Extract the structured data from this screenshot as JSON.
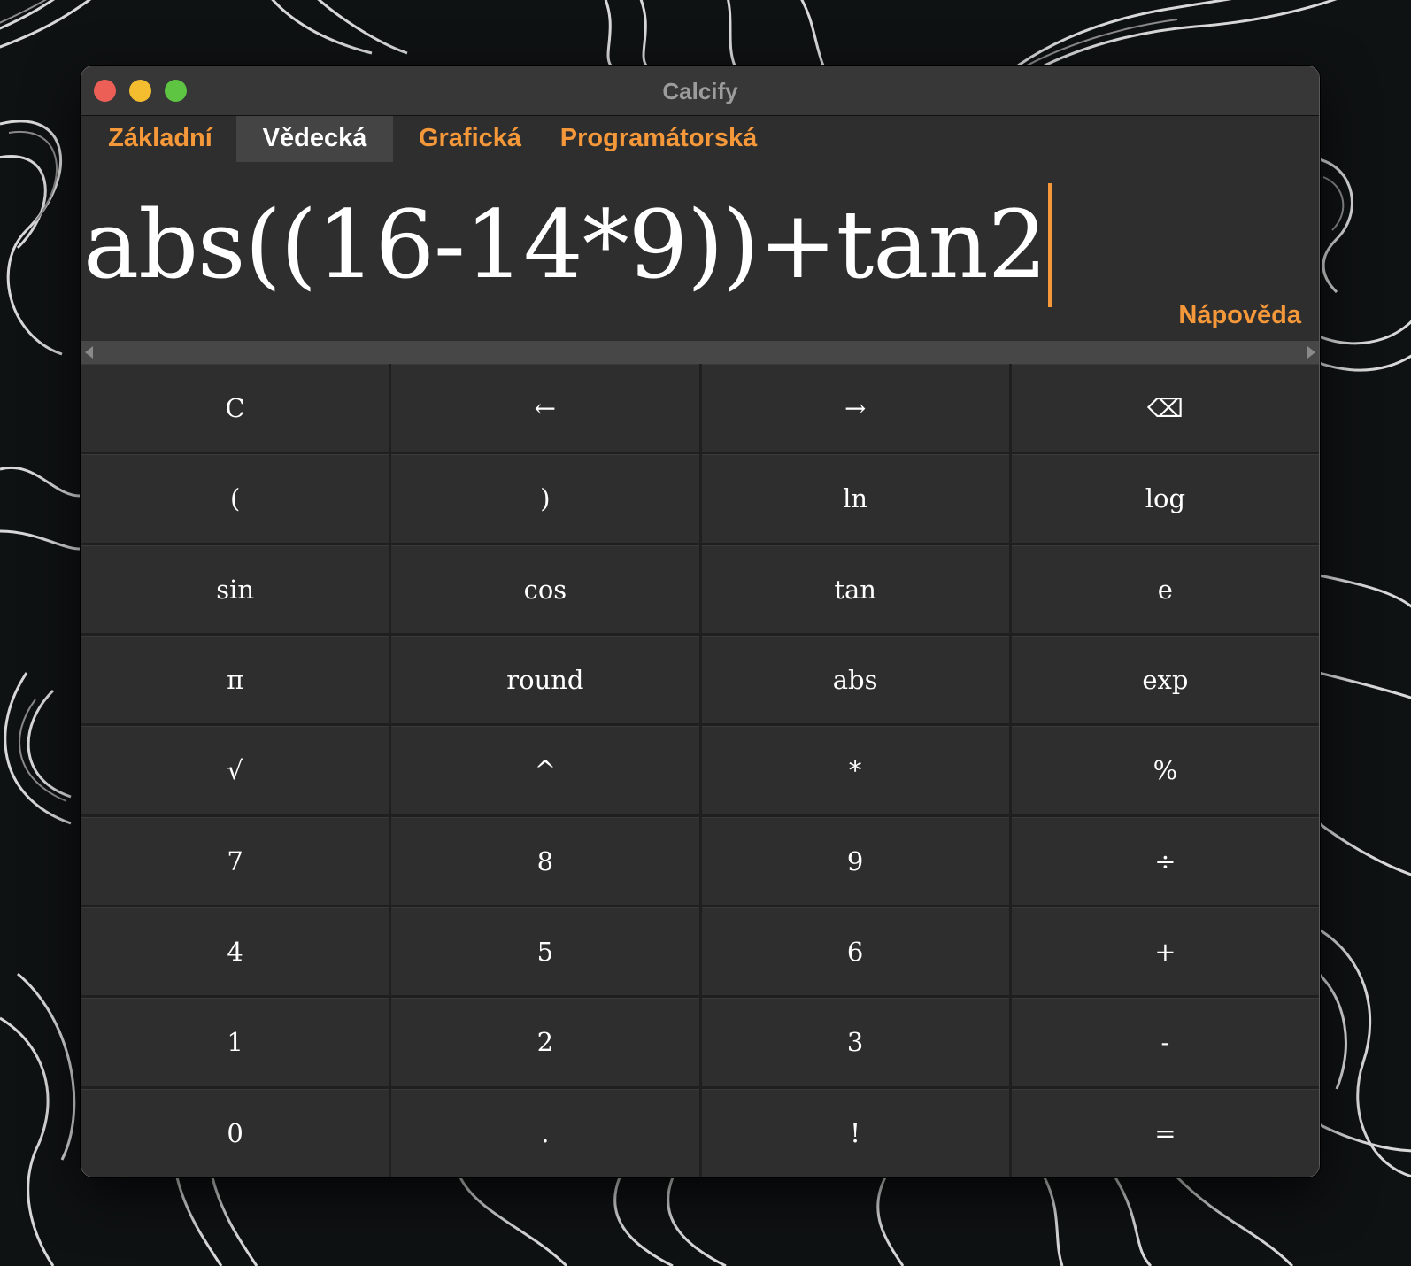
{
  "window": {
    "title": "Calcify"
  },
  "tabs": [
    {
      "label": "Základní",
      "active": false
    },
    {
      "label": "Vědecká",
      "active": true
    },
    {
      "label": "Grafická",
      "active": false
    },
    {
      "label": "Programátorská",
      "active": false
    }
  ],
  "display": {
    "expression": "abs((16-14*9))+tan2"
  },
  "help": {
    "label": "Nápověda"
  },
  "colors": {
    "accent": "#f5983a",
    "window_bg": "#2e2e2e",
    "active_tab_bg": "#444444"
  },
  "keys": [
    [
      "C",
      "←",
      "→",
      "⌫"
    ],
    [
      "(",
      ")",
      "ln",
      "log"
    ],
    [
      "sin",
      "cos",
      "tan",
      "e"
    ],
    [
      "π",
      "round",
      "abs",
      "exp"
    ],
    [
      "√",
      "^",
      "*",
      "%"
    ],
    [
      "7",
      "8",
      "9",
      "÷"
    ],
    [
      "4",
      "5",
      "6",
      "+"
    ],
    [
      "1",
      "2",
      "3",
      "-"
    ],
    [
      "0",
      ".",
      "!",
      "="
    ]
  ]
}
